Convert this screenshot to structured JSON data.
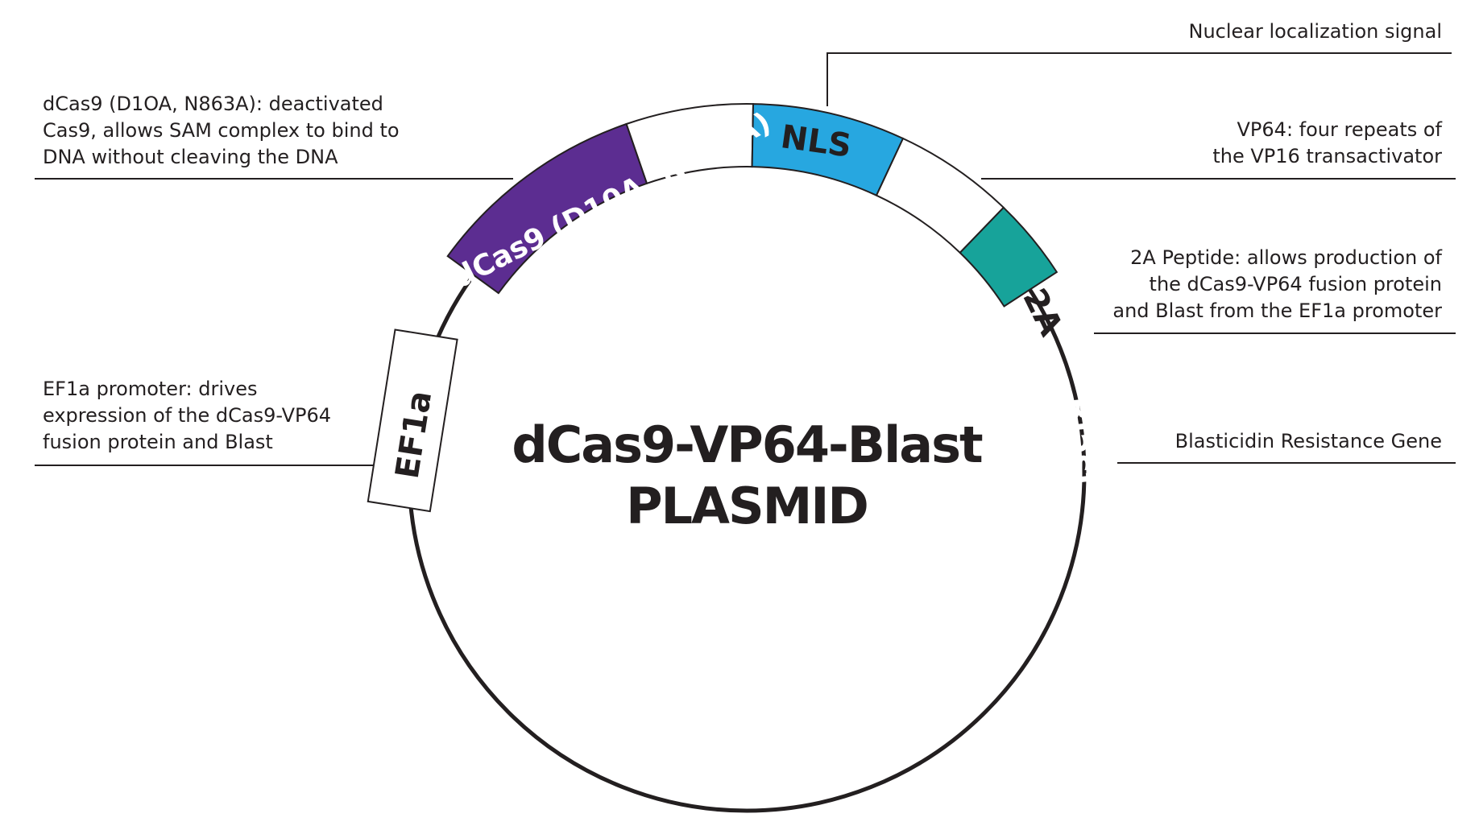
{
  "title": {
    "line1": "dCas9-VP64-Blast",
    "line2": "PLASMID"
  },
  "segments": {
    "dcas9": {
      "label": "dCas9 (D10A, N863A)",
      "fill": "#5c2d91",
      "text_color": "#ffffff"
    },
    "nls": {
      "label": "NLS",
      "fill": "#ffffff",
      "text_color": "#231f20"
    },
    "vp64": {
      "label": "VP64",
      "fill": "#27a7e0",
      "text_color": "#ffffff"
    },
    "peptide_2a": {
      "label": "2A",
      "fill": "#ffffff",
      "text_color": "#231f20"
    },
    "blast": {
      "label": "Blast",
      "fill": "#17a39a",
      "text_color": "#ffffff"
    },
    "ef1a": {
      "label": "EF1a",
      "fill": "#ffffff",
      "text_color": "#231f20"
    }
  },
  "annotations": {
    "dcas9": {
      "line1": "dCas9 (D1OA, N863A): deactivated",
      "line2": "Cas9, allows SAM complex to bind to",
      "line3": "DNA without cleaving the DNA"
    },
    "ef1a": {
      "line1": "EF1a promoter: drives",
      "line2": "expression of the dCas9-VP64",
      "line3": "fusion protein and Blast"
    },
    "nls": {
      "line1": "Nuclear localization signal"
    },
    "vp64": {
      "line1": "VP64: four repeats of",
      "line2": "the VP16 transactivator"
    },
    "peptide_2a": {
      "line1": "2A Peptide: allows production of",
      "line2": "the dCas9-VP64 fusion protein",
      "line3": "and Blast from the EF1a promoter"
    },
    "blast": {
      "line1": "Blasticidin Resistance Gene"
    }
  },
  "colors": {
    "ink": "#231f20",
    "background": "#ffffff"
  }
}
